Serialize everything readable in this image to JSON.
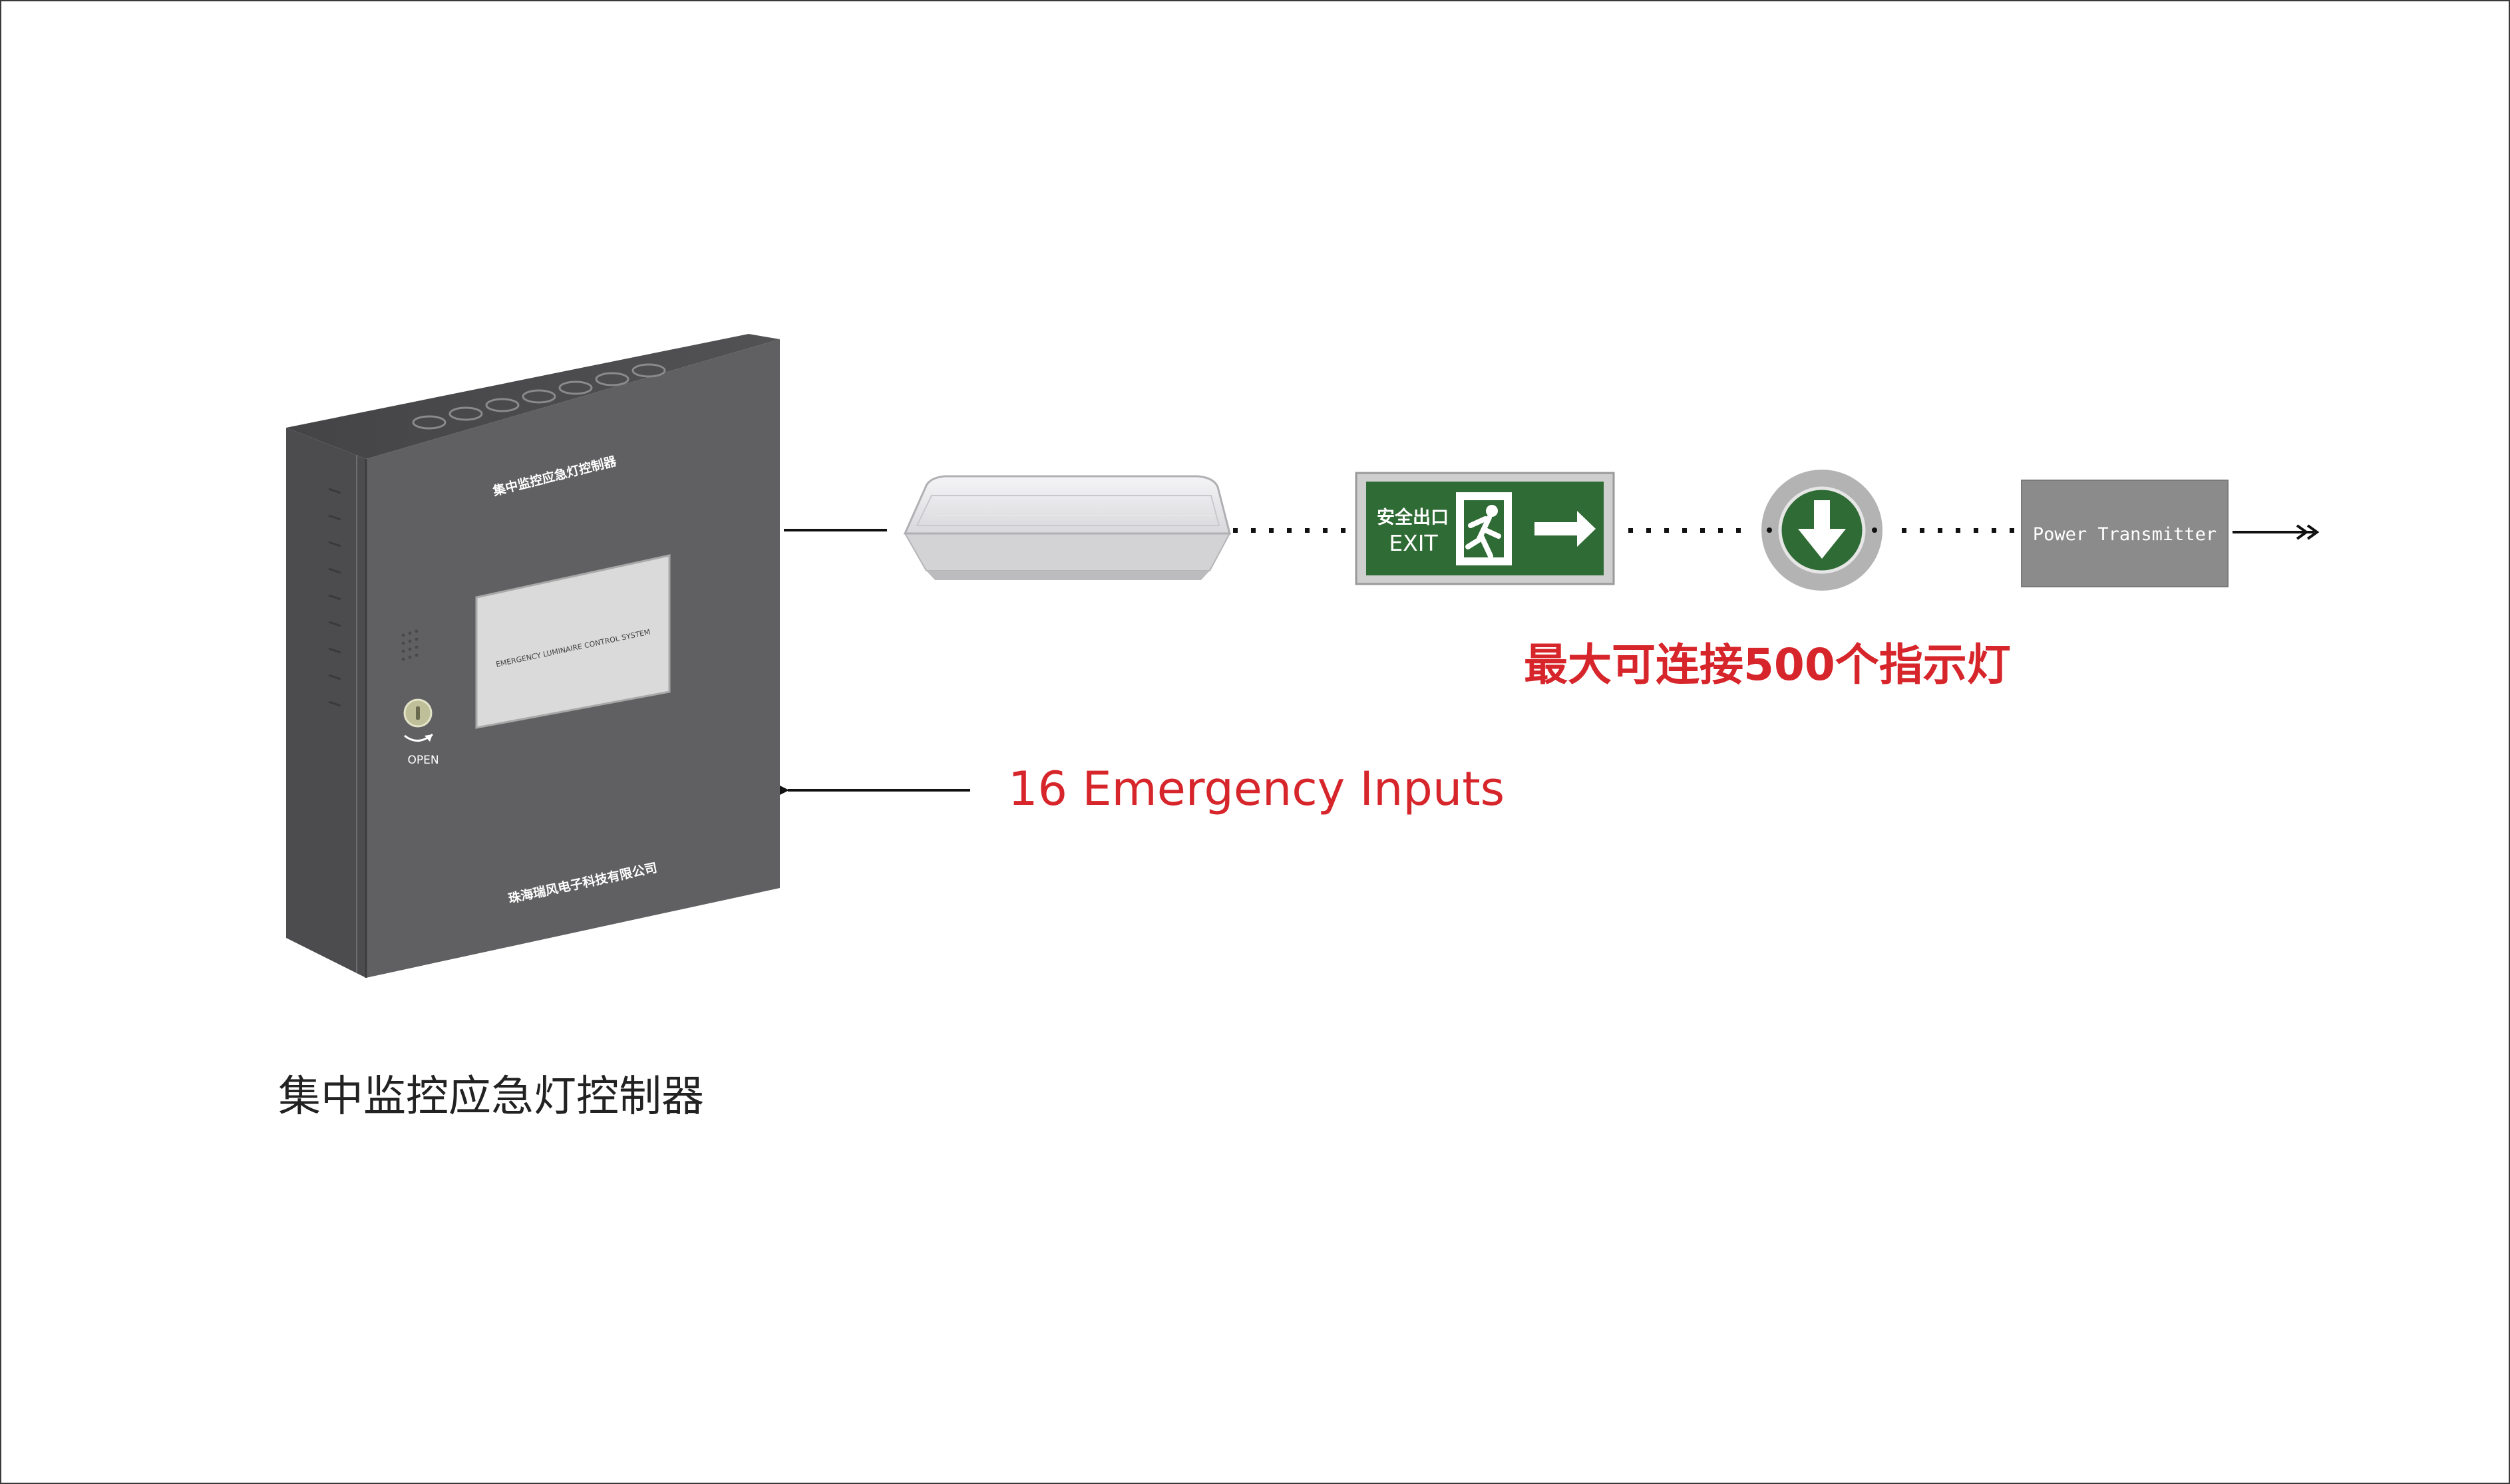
{
  "controller": {
    "panel_title": "集中监控应急灯控制器",
    "display_text": "EMERGENCY LUMINAIRE CONTROL SYSTEM",
    "open_label": "OPEN",
    "manufacturer": "珠海瑞风电子科技有限公司",
    "caption": "集中监控应急灯控制器"
  },
  "exit_sign": {
    "text_cn": "安全出口",
    "text_en": "EXIT"
  },
  "power_transmitter": {
    "label": "Power Transmitter"
  },
  "annotations": {
    "max_indicators": "最大可连接500个指示灯",
    "inputs": "16 Emergency Inputs"
  },
  "colors": {
    "cabinet": "#5f5f61",
    "exit_green": "#2f6b34",
    "accent_red": "#d7262b",
    "transmitter_gray": "#8b8b8b"
  }
}
